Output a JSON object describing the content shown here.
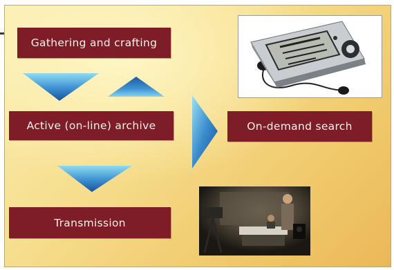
{
  "boxes": {
    "gathering": "Gathering and crafting",
    "archive": "Active (on-line) archive",
    "search": "On-demand search",
    "transmission": "Transmission"
  },
  "icons": {
    "down_arrow_1": "triangle-down-icon",
    "up_arrow": "triangle-up-icon",
    "right_arrow": "triangle-right-icon",
    "down_arrow_2": "triangle-down-icon"
  },
  "colors": {
    "box_fill": "#7e1c27",
    "box_text": "#fbf2ea",
    "arrow_light": "#7fd3ee",
    "arrow_dark": "#1e5fa8",
    "background": "#f6de8e"
  }
}
